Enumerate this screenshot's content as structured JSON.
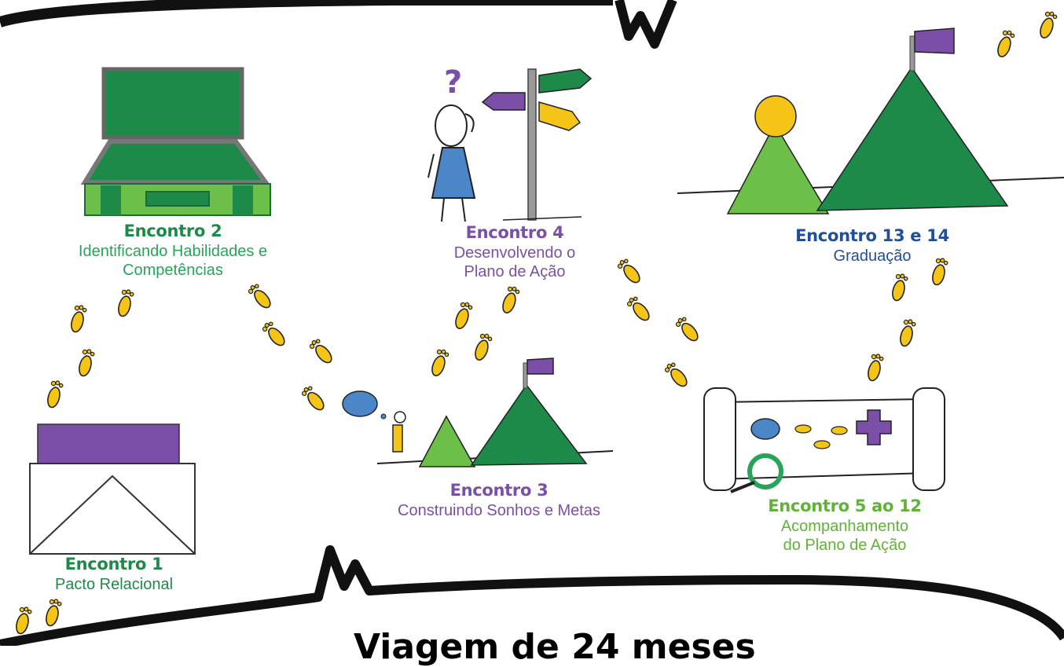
{
  "colors": {
    "dark_green": "#1e8a4a",
    "light_green": "#6cc04a",
    "purple": "#7b4fa8",
    "blue": "#1f4e9c",
    "yellow": "#f4c417",
    "sky_blue": "#4a86c8"
  },
  "stations": [
    {
      "title": "Encontro 1",
      "subtitle": "Pacto Relacional",
      "title_color": "#1e8a4a",
      "subtitle_color": "#1e8a4a"
    },
    {
      "title": "Encontro 2",
      "subtitle": "Identificando Habilidades e Competências",
      "title_color": "#1e8a4a",
      "subtitle_color": "#2aa35a"
    },
    {
      "title": "Encontro 3",
      "subtitle": "Construindo Sonhos e Metas",
      "title_color": "#7b4fa8",
      "subtitle_color": "#7b4fa8"
    },
    {
      "title": "Encontro 4",
      "subtitle": "Desenvolvendo o Plano de Ação",
      "title_color": "#7b4fa8",
      "subtitle_color": "#7b4fa8"
    },
    {
      "title": "Encontro 5 ao 12",
      "subtitle": "Acompanhamento do Plano de Ação",
      "title_color": "#5fb336",
      "subtitle_color": "#5fb336"
    },
    {
      "title": "Encontro 13 e 14",
      "subtitle": "Graduação",
      "title_color": "#1f4e9c",
      "subtitle_color": "#1f4e9c"
    }
  ],
  "bottom_title": "Viagem de 24 meses",
  "icons": [
    "envelope-icon",
    "suitcase-icon",
    "thinking-person-icon",
    "signpost-icon",
    "mountains-icon",
    "scroll-map-icon",
    "footprints-icon"
  ]
}
